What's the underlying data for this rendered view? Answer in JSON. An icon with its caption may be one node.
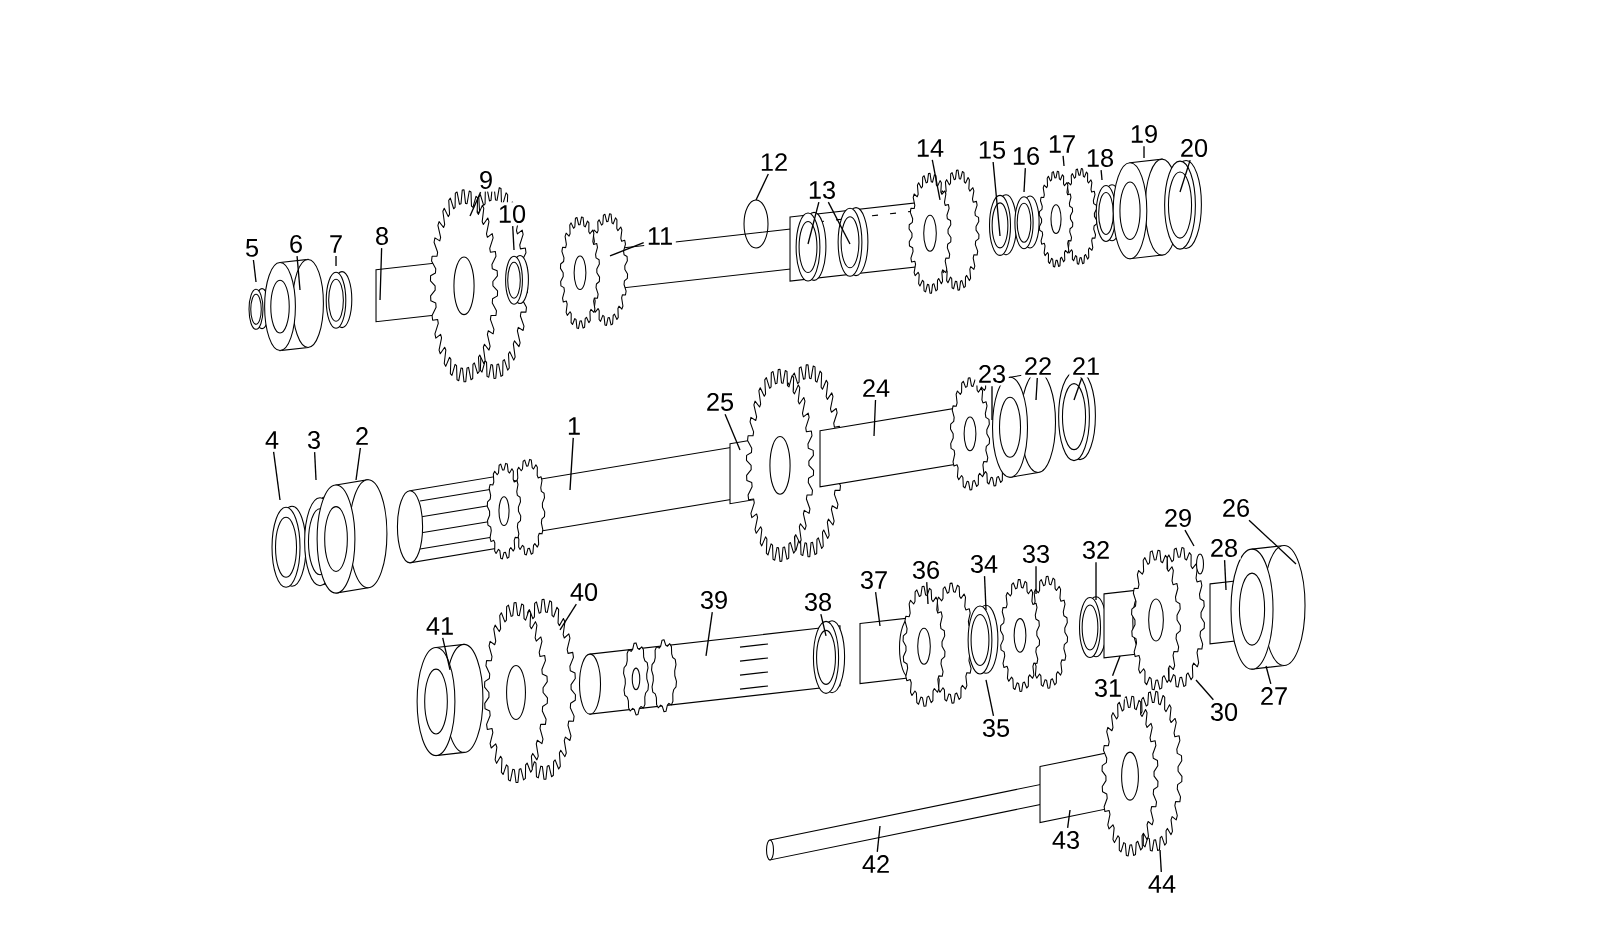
{
  "diagram": {
    "nodes": [
      {
        "text": [
          "1"
        ]
      },
      {
        "text": [
          "2"
        ]
      },
      {
        "text": [
          "3"
        ]
      },
      {
        "text": [
          "4"
        ]
      },
      {
        "text": [
          "5"
        ]
      },
      {
        "text": [
          "6"
        ]
      },
      {
        "text": [
          "7"
        ]
      },
      {
        "text": [
          "8"
        ]
      },
      {
        "text": [
          "9"
        ]
      },
      {
        "text": [
          "10"
        ]
      },
      {
        "text": [
          "11"
        ]
      },
      {
        "text": [
          "12"
        ]
      },
      {
        "text": [
          "13"
        ]
      },
      {
        "text": [
          "14"
        ]
      },
      {
        "text": [
          "15"
        ]
      },
      {
        "text": [
          "16"
        ]
      },
      {
        "text": [
          "17"
        ]
      },
      {
        "text": [
          "18"
        ]
      },
      {
        "text": [
          "19"
        ]
      },
      {
        "text": [
          "20"
        ]
      },
      {
        "text": [
          "21"
        ]
      },
      {
        "text": [
          "22"
        ]
      },
      {
        "text": [
          "23"
        ]
      },
      {
        "text": [
          "24"
        ]
      },
      {
        "text": [
          "25"
        ]
      },
      {
        "text": [
          "26"
        ]
      },
      {
        "text": [
          "27"
        ]
      },
      {
        "text": [
          "28"
        ]
      },
      {
        "text": [
          "29"
        ]
      },
      {
        "text": [
          "30"
        ]
      },
      {
        "text": [
          "31"
        ]
      },
      {
        "text": [
          "32"
        ]
      },
      {
        "text": [
          "33"
        ]
      },
      {
        "text": [
          "34"
        ]
      },
      {
        "text": [
          "35"
        ]
      },
      {
        "text": [
          "36"
        ]
      },
      {
        "text": [
          "37"
        ]
      },
      {
        "text": [
          "38"
        ]
      },
      {
        "text": [
          "39"
        ]
      },
      {
        "text": [
          "40"
        ]
      },
      {
        "text": [
          "41"
        ]
      },
      {
        "text": [
          "42"
        ]
      },
      {
        "text": [
          "43"
        ]
      },
      {
        "text": [
          "44"
        ]
      }
    ],
    "edges": [
      {
        "from": 0,
        "to": null,
        "arrow": "none"
      },
      {
        "from": 1,
        "to": null,
        "arrow": "none"
      },
      {
        "from": 2,
        "to": null,
        "arrow": "none"
      },
      {
        "from": 3,
        "to": null,
        "arrow": "none"
      },
      {
        "from": 4,
        "to": null,
        "arrow": "none"
      },
      {
        "from": 5,
        "to": null,
        "arrow": "none"
      },
      {
        "from": 6,
        "to": null,
        "arrow": "none"
      },
      {
        "from": 7,
        "to": null,
        "arrow": "none"
      },
      {
        "from": 8,
        "to": null,
        "arrow": "none"
      },
      {
        "from": 9,
        "to": null,
        "arrow": "none"
      },
      {
        "from": 10,
        "to": null,
        "arrow": "none"
      },
      {
        "from": 11,
        "to": null,
        "arrow": "none"
      },
      {
        "from": 12,
        "to": null,
        "arrow": "none"
      },
      {
        "from": 12,
        "to": null,
        "arrow": "none"
      },
      {
        "from": 13,
        "to": null,
        "arrow": "none"
      },
      {
        "from": 14,
        "to": null,
        "arrow": "none"
      },
      {
        "from": 15,
        "to": null,
        "arrow": "none"
      },
      {
        "from": 16,
        "to": null,
        "arrow": "none"
      },
      {
        "from": 17,
        "to": null,
        "arrow": "none"
      },
      {
        "from": 18,
        "to": null,
        "arrow": "none"
      },
      {
        "from": 19,
        "to": null,
        "arrow": "none"
      },
      {
        "from": 20,
        "to": null,
        "arrow": "none"
      },
      {
        "from": 21,
        "to": null,
        "arrow": "none"
      },
      {
        "from": 22,
        "to": null,
        "arrow": "none"
      },
      {
        "from": 23,
        "to": null,
        "arrow": "none"
      },
      {
        "from": 24,
        "to": null,
        "arrow": "none"
      },
      {
        "from": 25,
        "to": null,
        "arrow": "none"
      },
      {
        "from": 26,
        "to": null,
        "arrow": "none"
      },
      {
        "from": 27,
        "to": null,
        "arrow": "none"
      },
      {
        "from": 28,
        "to": null,
        "arrow": "none"
      },
      {
        "from": 29,
        "to": null,
        "arrow": "none"
      },
      {
        "from": 30,
        "to": null,
        "arrow": "none"
      },
      {
        "from": 31,
        "to": null,
        "arrow": "none"
      },
      {
        "from": 32,
        "to": null,
        "arrow": "none"
      },
      {
        "from": 33,
        "to": null,
        "arrow": "none"
      },
      {
        "from": 34,
        "to": null,
        "arrow": "none"
      },
      {
        "from": 35,
        "to": null,
        "arrow": "none"
      },
      {
        "from": 36,
        "to": null,
        "arrow": "none"
      },
      {
        "from": 37,
        "to": null,
        "arrow": "none"
      },
      {
        "from": 38,
        "to": null,
        "arrow": "none"
      },
      {
        "from": 39,
        "to": null,
        "arrow": "none"
      },
      {
        "from": 40,
        "to": null,
        "arrow": "none"
      },
      {
        "from": 41,
        "to": null,
        "arrow": "none"
      },
      {
        "from": 42,
        "to": null,
        "arrow": "none"
      },
      {
        "from": 43,
        "to": null,
        "arrow": "none"
      }
    ]
  }
}
